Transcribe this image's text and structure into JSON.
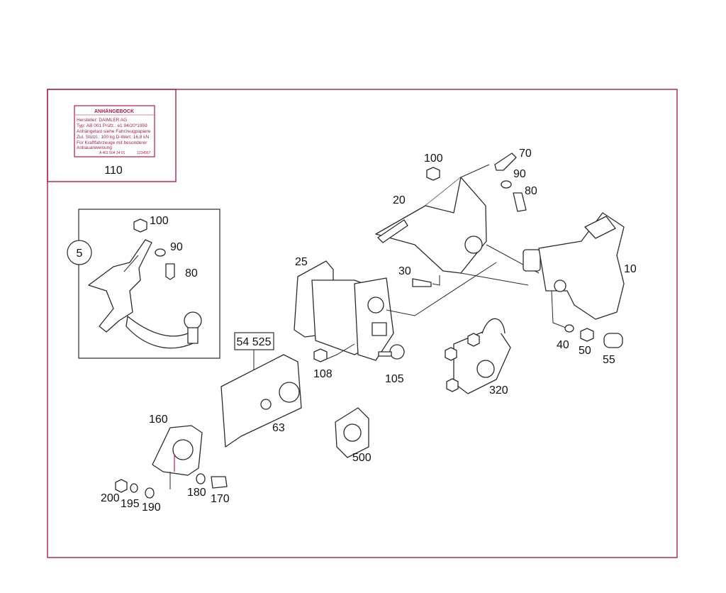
{
  "label_plate": {
    "heading": "ANHÄNGEBOCK",
    "lines": [
      "Hersteller: DAIMLER AG",
      "Typ: AB 001 Prüfz.: e1 94/20*1959",
      "Anhängelast siehe Fahrzeugpapiere",
      "Zul. Stützl.: 100 kg  D-Wert: 16,8 kN",
      "Für Kraftfahrzeuge mit besonderer",
      "Anbauanweisung"
    ],
    "part_number": "A 461 504 34 01",
    "serial": "1234567"
  },
  "inset_circle_label": "5",
  "parts": {
    "p110": "110",
    "p100_inset": "100",
    "p90_inset": "90",
    "p80_inset": "80",
    "p100": "100",
    "p70": "70",
    "p90": "90",
    "p80": "80",
    "p20": "20",
    "p25": "25",
    "p30": "30",
    "p10": "10",
    "p40": "40",
    "p50": "50",
    "p55": "55",
    "p108": "108",
    "p105": "105",
    "p320": "320",
    "p54525": "54 525",
    "p63": "63",
    "p500": "500",
    "p160": "160",
    "p200": "200",
    "p195": "195",
    "p190": "190",
    "p180": "180",
    "p170": "170"
  },
  "colors": {
    "frame": "#b0194a",
    "accent": "#c8186a",
    "line": "#2a2a2a"
  }
}
